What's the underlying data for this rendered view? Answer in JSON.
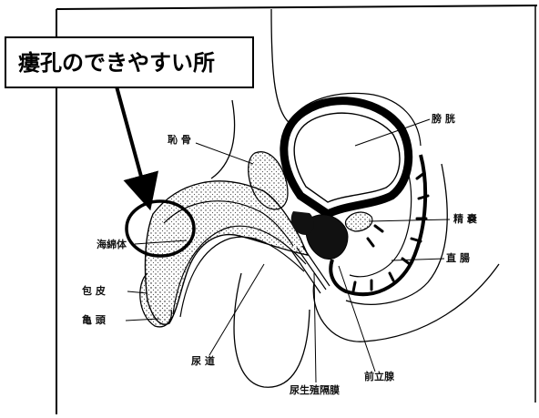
{
  "title": "瘻孔のできやすい所",
  "labels": {
    "pubic_bone": "恥 骨",
    "bladder": "膀 胱",
    "seminal_vesicle": "精 嚢",
    "rectum": "直 腸",
    "corpus_cavernosum": "海綿体",
    "foreskin": "包 皮",
    "glans": "亀 頭",
    "urethra": "尿 道",
    "urogenital_diaphragm": "尿生殖隔膜",
    "prostate": "前立腺"
  }
}
